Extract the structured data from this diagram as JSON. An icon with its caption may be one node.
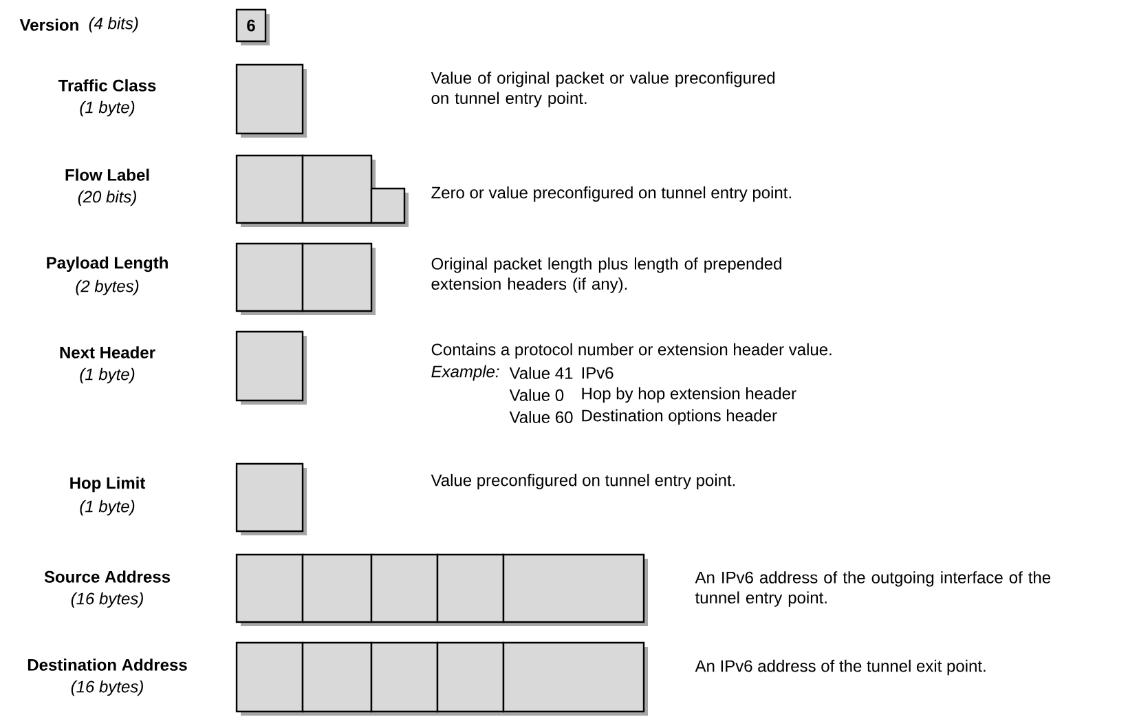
{
  "diagram": {
    "nodes": [
      {
        "text": [
          "6"
        ],
        "beside": [
          "Version",
          "(4 bits)"
        ]
      },
      {
        "text": [],
        "shape": "box",
        "beside": [
          "Traffic Class",
          "(1 byte)"
        ]
      },
      {
        "text": [],
        "shape": "box",
        "beside": [
          "Flow Label",
          "(20 bits)"
        ]
      },
      {
        "text": [],
        "shape": "box",
        "beside": [
          "Payload Length",
          "(2 bytes)"
        ]
      },
      {
        "text": [],
        "shape": "box",
        "beside": [
          "Next Header",
          "(1 byte)"
        ]
      },
      {
        "text": [],
        "shape": "box",
        "beside": [
          "Hop Limit",
          "(1 byte)"
        ]
      },
      {
        "text": [],
        "shape": "box",
        "beside": [
          "Source Address",
          "(16 bytes)"
        ]
      },
      {
        "text": [],
        "shape": "box",
        "beside": [
          "Destination Address",
          "(16 bytes)"
        ]
      }
    ],
    "edges": [],
    "labels": [
      "Value of original packet or value preconfigured on tunnel entry point.",
      "Zero or value preconfigured on tunnel entry point.",
      "Original packet length plus length of prepended extension headers (if any).",
      "Contains a protocol number or extension header value.",
      "Example:",
      "Value 41",
      "IPv6",
      "Value  0",
      "Hop by hop extension header",
      "Value 60",
      "Destination options header",
      "Value preconfigured on tunnel entry point.",
      "An IPv6 address of the outgoing interface of the tunnel entry point.",
      "An IPv6 address of the tunnel exit point."
    ]
  }
}
